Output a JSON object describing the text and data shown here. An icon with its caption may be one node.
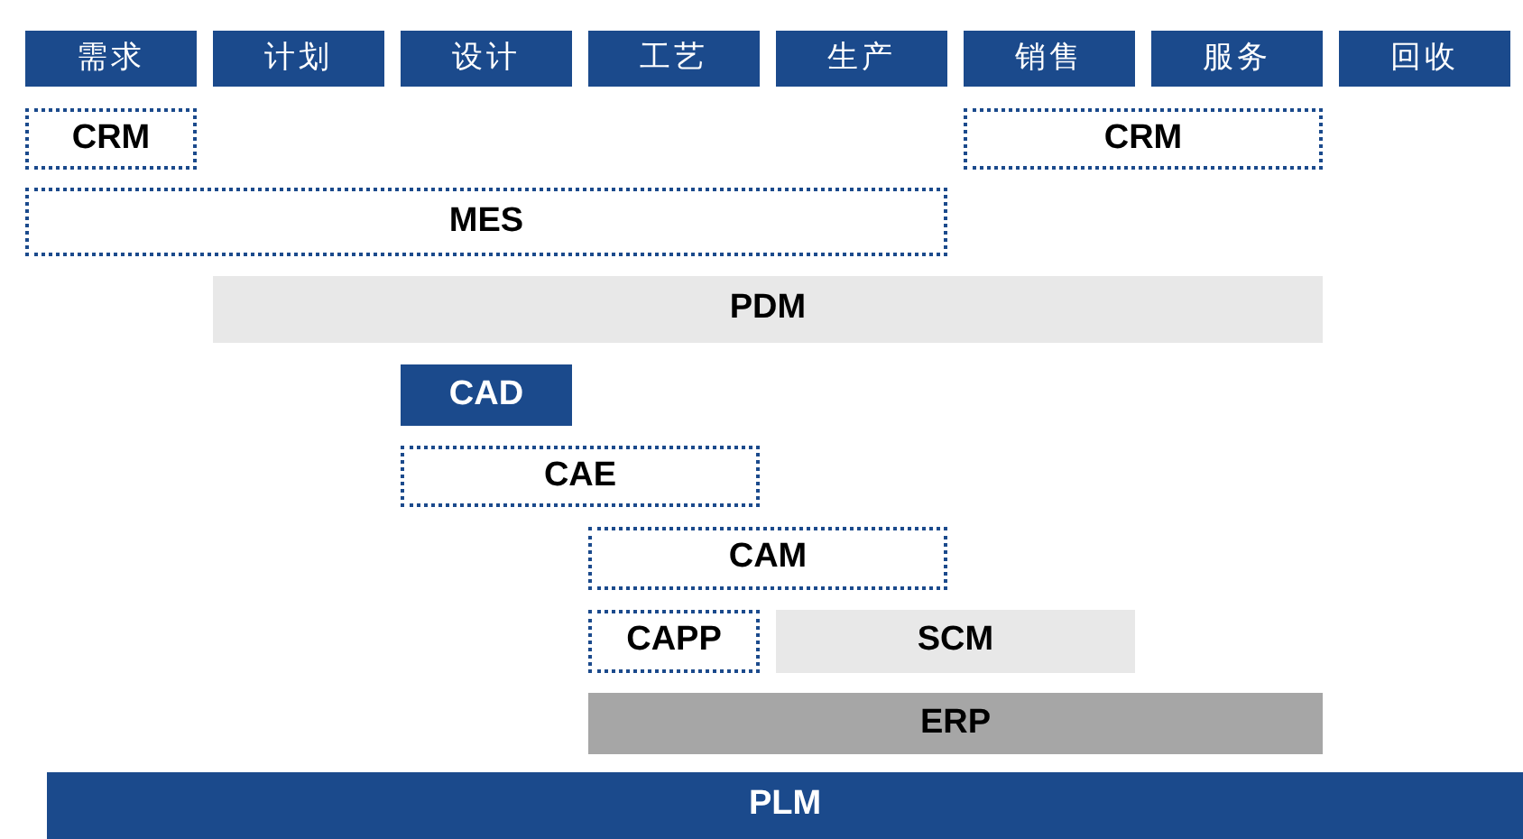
{
  "diagram": {
    "nodes": [
      {
        "text": [
          "需求"
        ]
      },
      {
        "text": [
          "计划"
        ]
      },
      {
        "text": [
          "设计"
        ]
      },
      {
        "text": [
          "工艺"
        ]
      },
      {
        "text": [
          "生产"
        ]
      },
      {
        "text": [
          "销售"
        ]
      },
      {
        "text": [
          "服务"
        ]
      },
      {
        "text": [
          "回收"
        ]
      },
      {
        "text": [
          "CRM"
        ]
      },
      {
        "text": [
          "CRM"
        ]
      },
      {
        "text": [
          "MES"
        ]
      },
      {
        "text": [
          "PDM"
        ]
      },
      {
        "text": [
          "CAD"
        ]
      },
      {
        "text": [
          "CAE"
        ]
      },
      {
        "text": [
          "CAM"
        ]
      },
      {
        "text": [
          "CAPP"
        ]
      },
      {
        "text": [
          "SCM"
        ]
      },
      {
        "text": [
          "ERP"
        ]
      },
      {
        "text": [
          "PLM"
        ]
      }
    ]
  }
}
